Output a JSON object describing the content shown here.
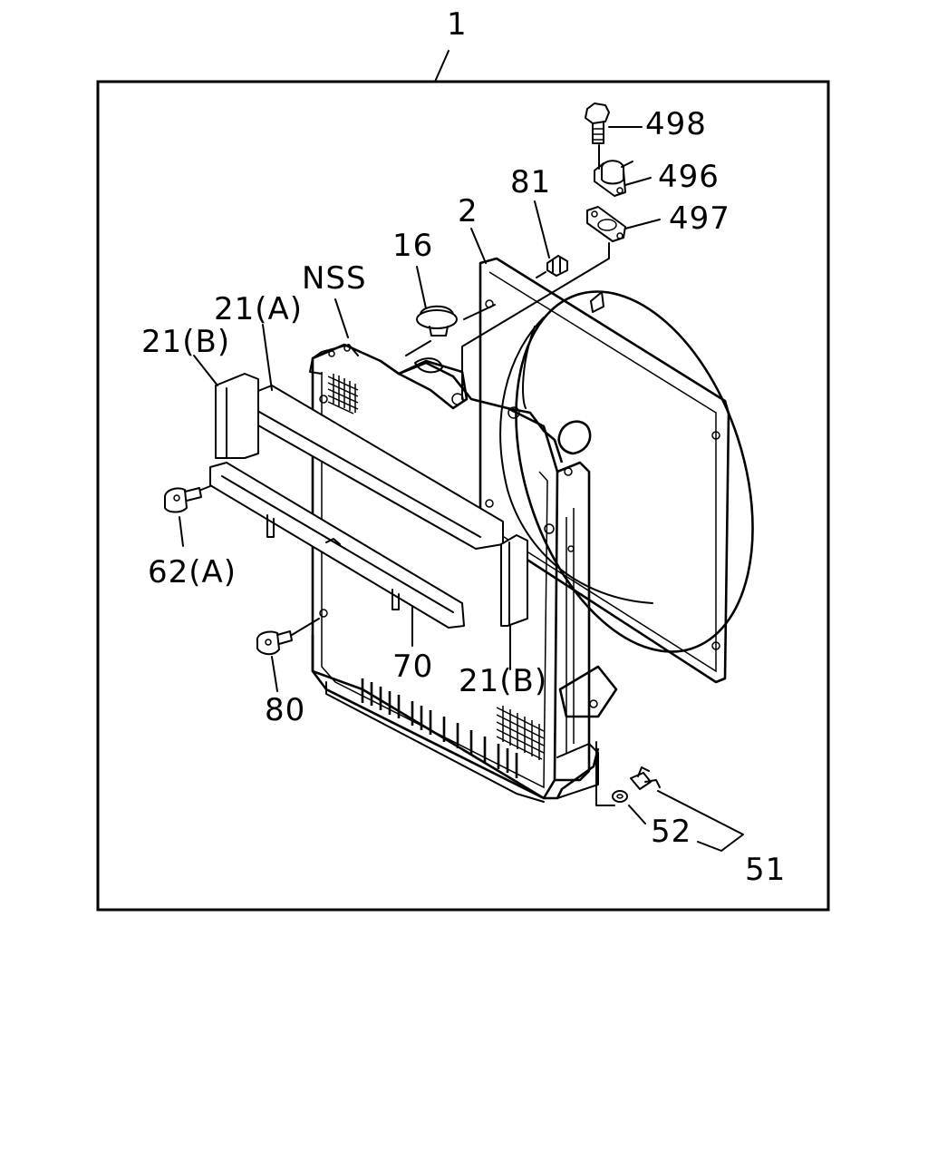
{
  "diagram": {
    "callouts": [
      {
        "id": "1",
        "text": "1"
      },
      {
        "id": "498",
        "text": "498"
      },
      {
        "id": "496",
        "text": "496"
      },
      {
        "id": "497",
        "text": "497"
      },
      {
        "id": "81",
        "text": "81"
      },
      {
        "id": "2",
        "text": "2"
      },
      {
        "id": "16",
        "text": "16"
      },
      {
        "id": "nss",
        "text": "NSS"
      },
      {
        "id": "21a",
        "text": "21(A)"
      },
      {
        "id": "21b-left",
        "text": "21(B)"
      },
      {
        "id": "62a",
        "text": "62(A)"
      },
      {
        "id": "70",
        "text": "70"
      },
      {
        "id": "80",
        "text": "80"
      },
      {
        "id": "21b-right",
        "text": "21(B)"
      },
      {
        "id": "52",
        "text": "52"
      },
      {
        "id": "51",
        "text": "51"
      }
    ]
  }
}
